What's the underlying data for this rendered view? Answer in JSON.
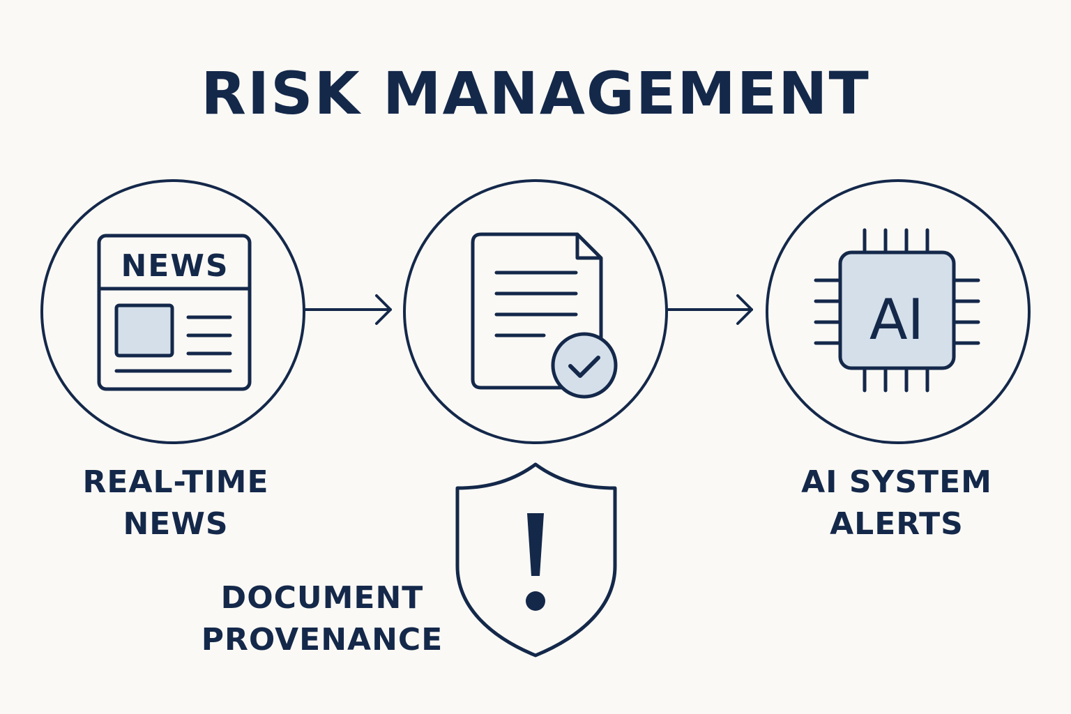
{
  "title": "RISK MANAGEMENT",
  "colors": {
    "ink": "#14284a",
    "fill_light": "#d4dfea",
    "background": "#faf9f5"
  },
  "nodes": {
    "news": {
      "icon": "newspaper-icon",
      "header": "NEWS",
      "label_lines": [
        "REAL-TIME",
        "NEWS"
      ]
    },
    "document": {
      "icon": "verified-document-icon",
      "label_lines": [
        "DOCUMENT",
        "PROVENANCE"
      ]
    },
    "ai": {
      "icon": "ai-chip-icon",
      "chip_text": "AI",
      "label_lines": [
        "AI SYSTEM",
        "ALERTS"
      ]
    }
  },
  "warning": {
    "icon": "shield-warning-icon",
    "symbol": "!"
  }
}
